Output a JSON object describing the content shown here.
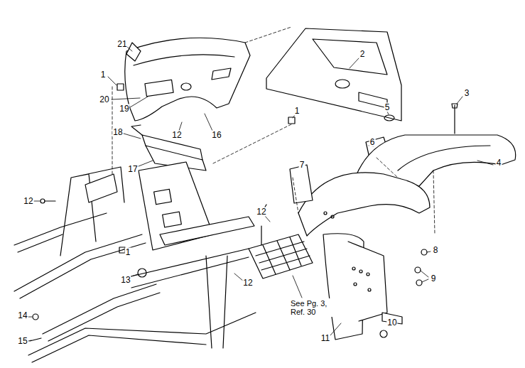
{
  "diagram": {
    "labels": [
      "21",
      "2",
      "1",
      "3",
      "20",
      "19",
      "5",
      "1",
      "12",
      "16",
      "18",
      "6",
      "4",
      "17",
      "7",
      "12",
      "12",
      "8",
      "1",
      "9",
      "13",
      "12",
      "See Pg. 3, Ref. 30",
      "10",
      "11",
      "14",
      "15"
    ]
  }
}
